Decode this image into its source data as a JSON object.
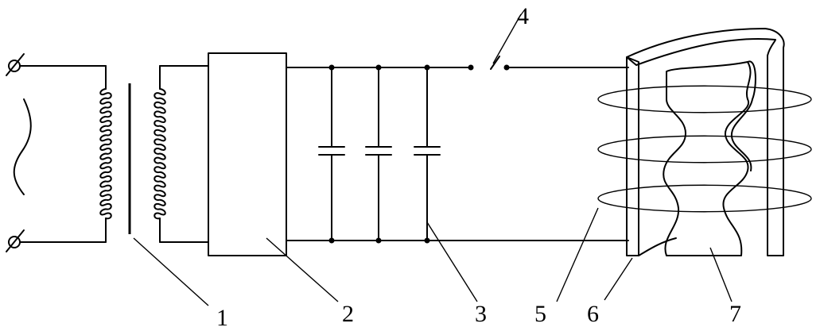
{
  "labels": {
    "l1": "1",
    "l2": "2",
    "l3": "3",
    "l4": "4",
    "l5": "5",
    "l6": "6",
    "l7": "7"
  },
  "colors": {
    "ink": "#000000",
    "background": "#ffffff"
  }
}
